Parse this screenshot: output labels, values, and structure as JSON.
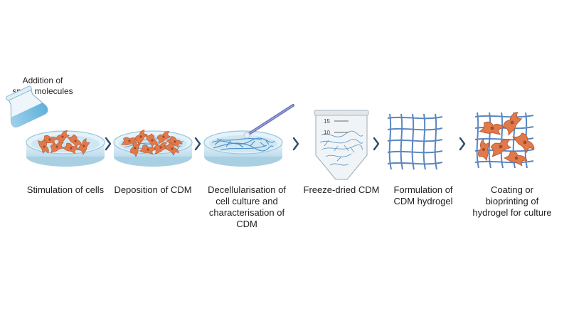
{
  "note": {
    "line1": "Addition of",
    "line2": "small molecules"
  },
  "steps": [
    {
      "lines": [
        "Stimulation of cells"
      ]
    },
    {
      "lines": [
        "Deposition of CDM"
      ]
    },
    {
      "lines": [
        "Decellularisation of",
        "cell culture and",
        "characterisation of",
        "CDM"
      ]
    },
    {
      "lines": [
        "Freeze-dried CDM"
      ]
    },
    {
      "lines": [
        "Formulation of",
        "CDM hydrogel"
      ]
    },
    {
      "lines": [
        "Coating or",
        "bioprinting of",
        "hydrogel for culture"
      ]
    }
  ],
  "tube": {
    "mark_15": "15",
    "mark_10": "10"
  },
  "colors": {
    "arrow": "#2f4a6d",
    "cell": "#e07a4b",
    "fiber": "#4a8fc7",
    "dish": "#cfe6f2",
    "mesh": "#5a86c2"
  }
}
